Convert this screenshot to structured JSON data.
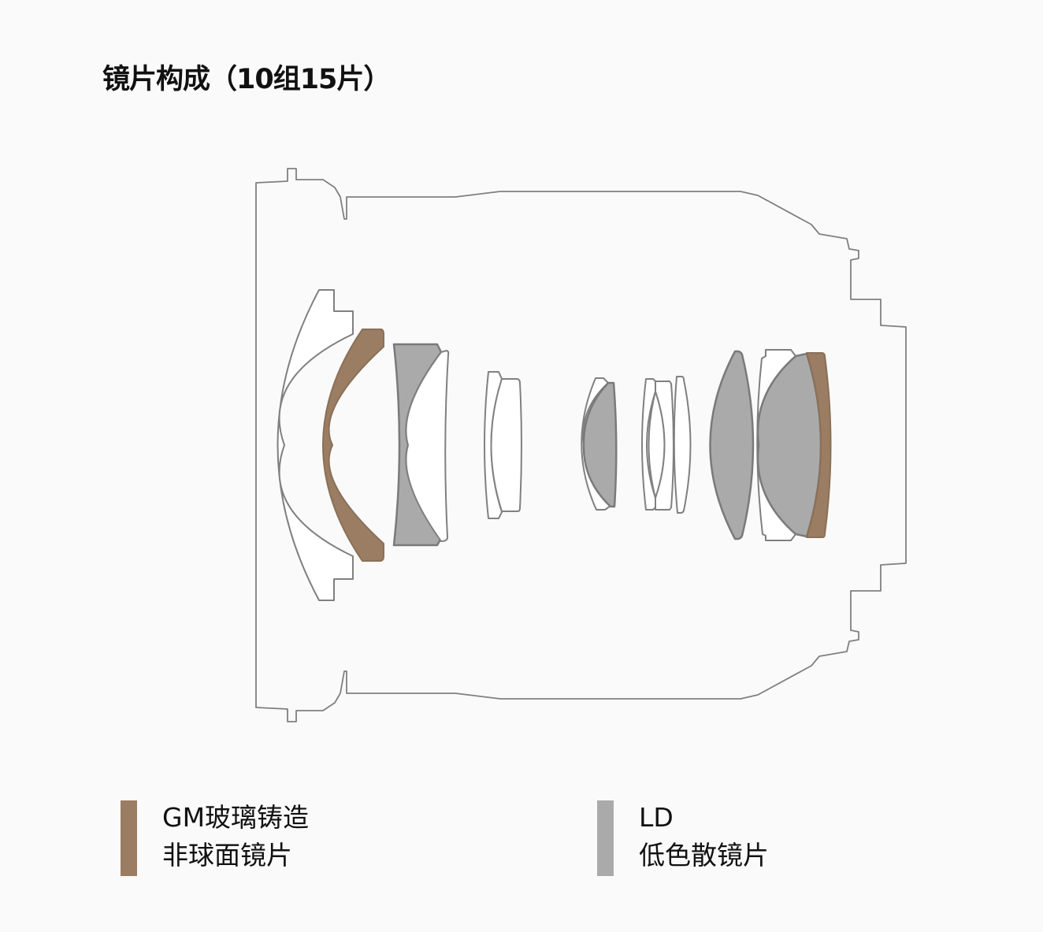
{
  "title": "镜片构成（10组15片）",
  "colors": {
    "gm_aspherical": "#9a7d62",
    "ld": "#aaaaaa",
    "outline": "#808080"
  },
  "legend": [
    {
      "line1": "GM玻璃铸造",
      "line2": "非球面镜片"
    },
    {
      "line1": "LD",
      "line2": "低色散镜片"
    }
  ]
}
